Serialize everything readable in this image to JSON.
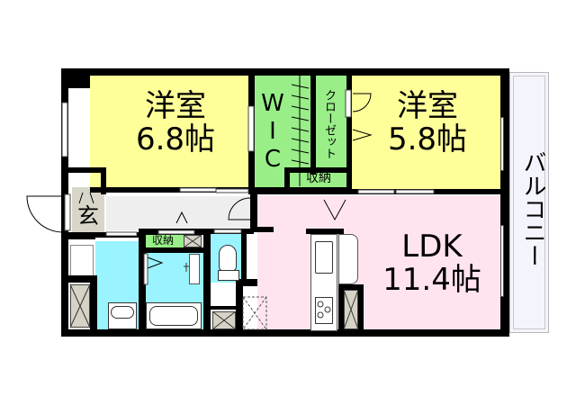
{
  "floor_plan": {
    "rooms": {
      "western_room_1": {
        "name": "洋室",
        "size": "6.8帖",
        "color": "#ffff99"
      },
      "western_room_2": {
        "name": "洋室",
        "size": "5.8帖",
        "color": "#ffff99"
      },
      "wic": {
        "name": "WIC",
        "chars": [
          "W",
          "I",
          "C"
        ],
        "color": "#99ee88"
      },
      "closet": {
        "name": "クローゼット",
        "color": "#99ee88"
      },
      "storage_1": {
        "name": "収納",
        "color": "#99ee88"
      },
      "storage_2": {
        "name": "収納",
        "color": "#99ee88"
      },
      "entrance": {
        "name": "玄",
        "color": "#d8d6c8"
      },
      "ldk": {
        "name": "LDK",
        "size": "11.4帖",
        "color": "#ffe4f0"
      },
      "balcony": {
        "name": "バルコニー",
        "color": "#f4f4fc"
      },
      "bathroom": {
        "name": "bathroom",
        "color": "#99f4ff"
      },
      "washroom": {
        "name": "washroom",
        "color": "#99f4ff"
      },
      "toilet": {
        "name": "toilet",
        "color": "#99f4ff"
      },
      "hallway": {
        "name": "hallway",
        "color": "#eeeeee"
      }
    },
    "colors": {
      "wall": "#000000",
      "pipe_space": "#d6d3c6"
    }
  }
}
